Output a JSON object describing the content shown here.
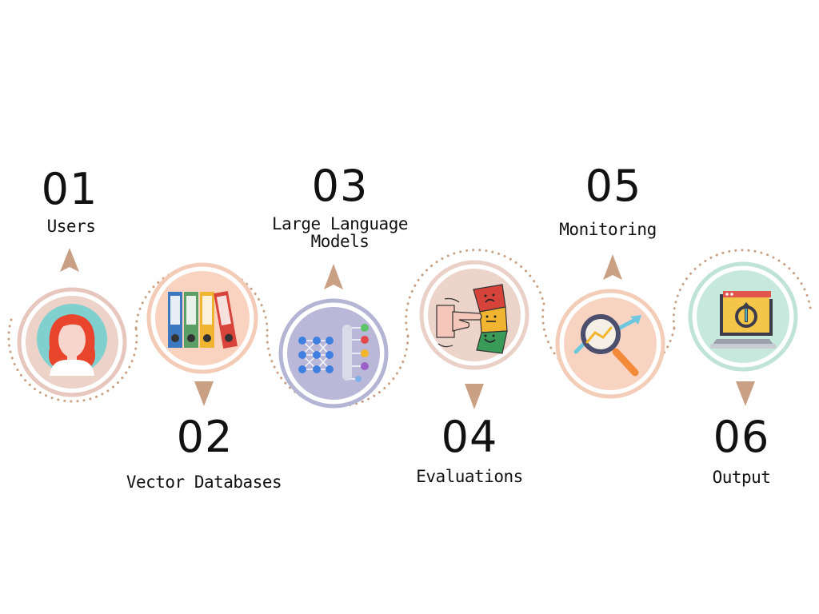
{
  "steps": [
    {
      "number": "01",
      "label": "Users",
      "icon": "user-avatar-icon"
    },
    {
      "number": "02",
      "label": "Vector Databases",
      "icon": "binders-icon"
    },
    {
      "number": "03",
      "label": "Large Language Models",
      "label_line1": "Large Language",
      "label_line2": "Models",
      "icon": "neural-network-icon"
    },
    {
      "number": "04",
      "label": "Evaluations",
      "icon": "rating-scale-icon"
    },
    {
      "number": "05",
      "label": "Monitoring",
      "icon": "magnifier-chart-icon"
    },
    {
      "number": "06",
      "label": "Output",
      "icon": "laptop-folder-icon"
    }
  ],
  "colors": {
    "arrow": "#c9a083",
    "dots": "#c9a083",
    "ring_1": "#e7c6bd",
    "fill_1": "#ecd2c9",
    "ring_2": "#f3cbb7",
    "fill_2": "#f9d3c0",
    "ring_3": "#b4b4d4",
    "fill_3": "#bab8d8",
    "ring_4": "#ead0c6",
    "fill_4": "#ecd4ca",
    "ring_5": "#f3cdb7",
    "fill_5": "#f8d3c1",
    "ring_6": "#bfe3d7",
    "fill_6": "#c7e9dd"
  }
}
